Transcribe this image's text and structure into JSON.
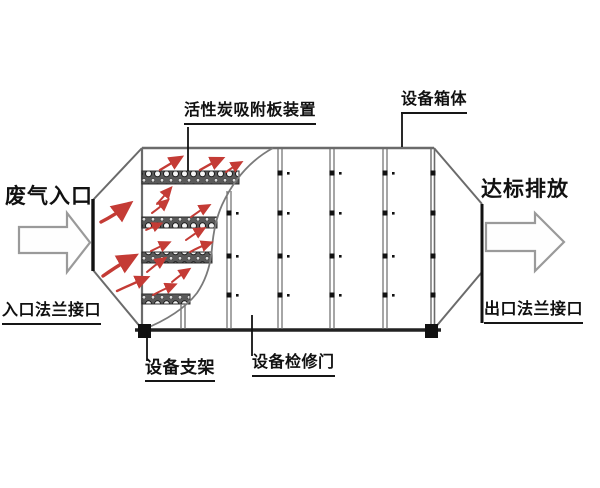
{
  "diagram": {
    "type": "equipment-cutaway-schematic",
    "labels": {
      "waste_gas_inlet": "废气入口",
      "inlet_flange": "入口法兰接口",
      "carbon_plate_device": "活性炭吸附板装置",
      "equipment_box": "设备箱体",
      "compliant_discharge": "达标排放",
      "outlet_flange": "出口法兰接口",
      "equipment_support": "设备支架",
      "access_door": "设备检修门"
    },
    "colors": {
      "outline_gray": "#6b6b6b",
      "dark_ink": "#1a1a1a",
      "airflow_red": "#c43b35",
      "arrow_outline": "#9a9a9a",
      "background": "#ffffff"
    }
  }
}
